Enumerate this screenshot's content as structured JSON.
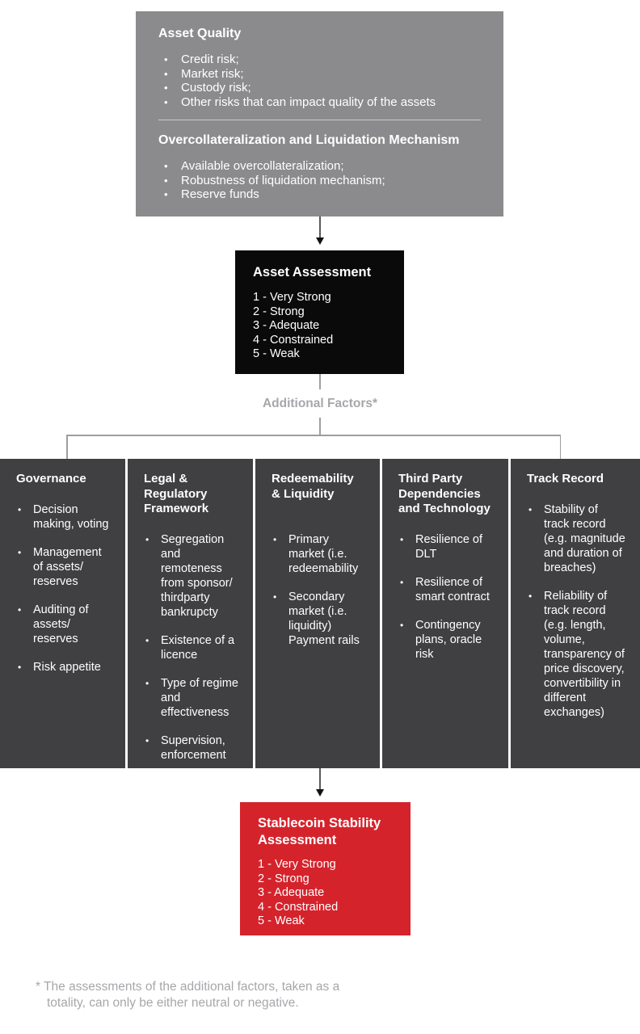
{
  "colors": {
    "gray_box": "#8b8b8d",
    "dark_factor_box": "#403f41",
    "black_box": "#0a0a0b",
    "red_box": "#d5232c",
    "muted_text": "#a5a7aa",
    "connector_line": "#9e9e9e",
    "box_text": "#ffffff"
  },
  "asset_quality": {
    "title": "Asset Quality",
    "bullets": [
      "Credit risk;",
      "Market risk;",
      "Custody risk;",
      "Other risks that can impact quality of the assets"
    ]
  },
  "overcollateralization": {
    "title": "Overcollateralization and Liquidation Mechanism",
    "bullets": [
      "Available overcollateralization;",
      "Robustness of liquidation mechanism;",
      "Reserve funds"
    ]
  },
  "asset_assessment": {
    "title": "Asset Assessment",
    "scale": [
      "1 - Very Strong",
      "2 - Strong",
      "3 - Adequate",
      "4 - Constrained",
      "5 - Weak"
    ]
  },
  "additional_factors_label": "Additional Factors*",
  "factors": [
    {
      "title": "Governance",
      "bullets": [
        "Decision making, voting",
        "Management of assets/ reserves",
        "Auditing of assets/ reserves",
        "Risk appetite"
      ]
    },
    {
      "title": "Legal & Regulatory Framework",
      "bullets": [
        "Segregation and remoteness from sponsor/ thirdparty bankrupcty",
        "Existence of a licence",
        "Type of regime and effectiveness",
        "Supervision, enforcement"
      ]
    },
    {
      "title": "Redeemability & Liquidity",
      "bullets": [
        "Primary market (i.e. redeemability",
        "Secondary market (i.e. liquidity) Payment rails"
      ]
    },
    {
      "title": "Third Party Dependencies and Technology",
      "bullets": [
        "Resilience of DLT",
        "Resilience of smart contract",
        "Contingency plans, oracle risk"
      ]
    },
    {
      "title": "Track Record",
      "bullets": [
        "Stability of track record (e.g. magnitude and duration of breaches)",
        "Reliability of track record (e.g. length, volume, transparency of price discovery, convertibility in different exchanges)"
      ]
    }
  ],
  "stablecoin_assessment": {
    "title": "Stablecoin Stability Assessment",
    "scale": [
      "1 - Very Strong",
      "2 - Strong",
      "3 - Adequate",
      "4 - Constrained",
      "5 - Weak"
    ]
  },
  "footnote": "* The assessments of the additional factors, taken as a totality, can only be either neutral or negative."
}
